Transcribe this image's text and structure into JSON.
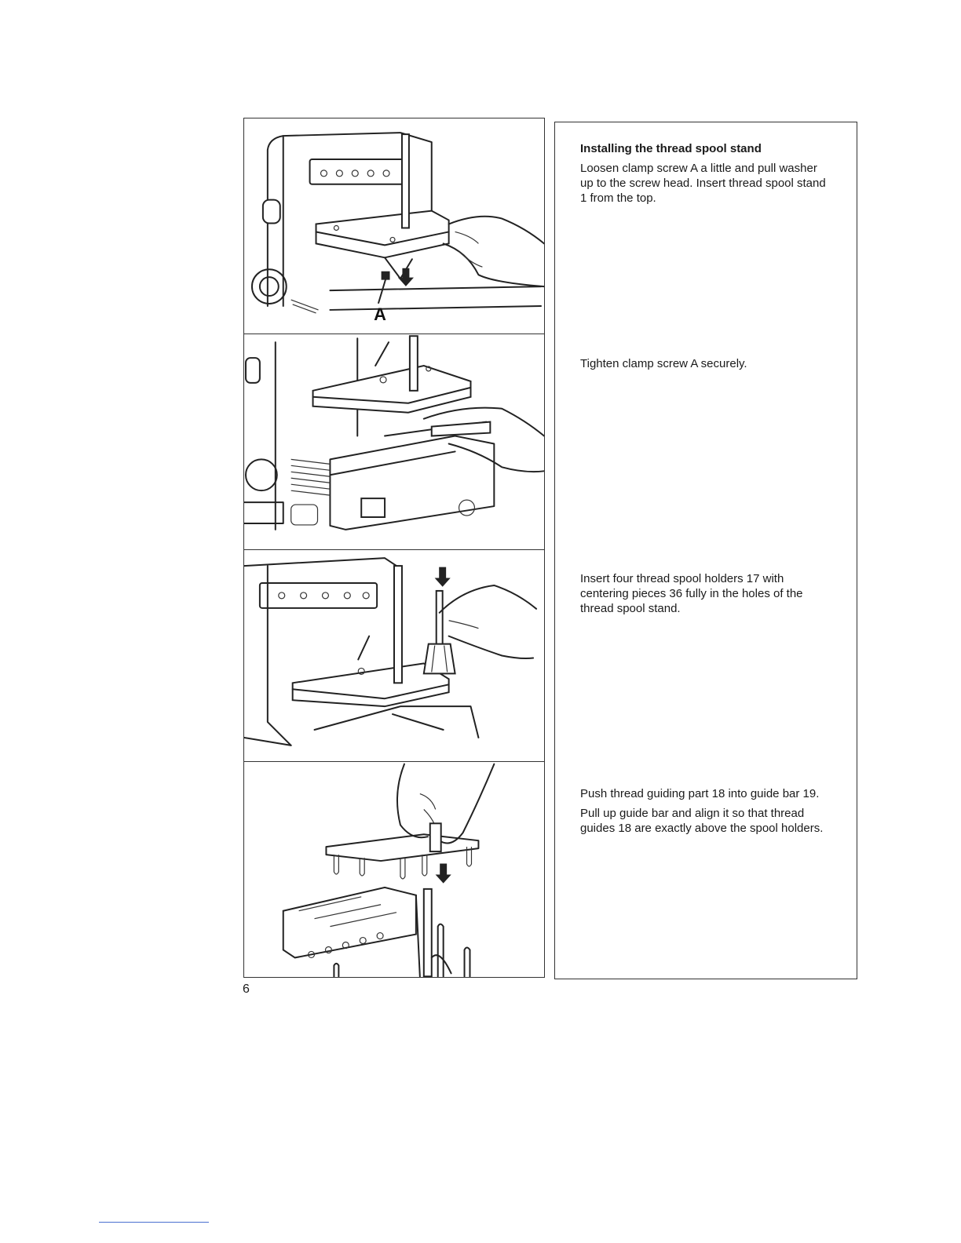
{
  "page": {
    "number": "6"
  },
  "figures": {
    "fig1": {
      "callout": "A"
    },
    "fig1_icons": [
      "sewing-machine-icon",
      "hand-icon",
      "down-arrow-icon"
    ]
  },
  "steps": [
    {
      "heading": "Installing the thread spool stand",
      "paragraphs": [
        "Loosen clamp screw A a little and pull washer up to the screw head. Insert thread spool stand 1 from the top."
      ]
    },
    {
      "heading": "",
      "paragraphs": [
        "Tighten clamp screw A securely."
      ]
    },
    {
      "heading": "",
      "paragraphs": [
        "Insert four thread spool holders 17 with centering pieces 36 fully in the holes of the thread spool stand."
      ]
    },
    {
      "heading": "",
      "paragraphs": [
        "Push thread guiding part 18 into guide bar 19.",
        "Pull up guide bar and align it so that thread guides 18 are exactly above the spool holders."
      ]
    }
  ]
}
